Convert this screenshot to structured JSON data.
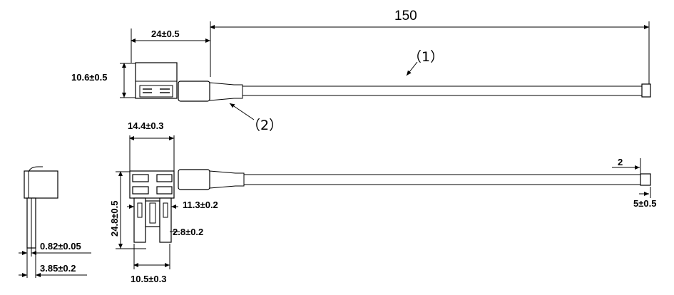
{
  "dimensions": {
    "overall_length": "150",
    "holder_length": "24±0.5",
    "holder_height": "10.6±0.5",
    "holder_width_top": "14.4±0.3",
    "holder_height_side": "24.8±0.5",
    "blade_spacing": "11.3±0.2",
    "blade_width": "2.8±0.2",
    "blade_span_bottom": "10.5±0.3",
    "blade_thickness": "0.82±0.05",
    "side_width": "3.85±0.2",
    "terminal_length": "2",
    "terminal_size": "5±0.5"
  },
  "callouts": {
    "wire": "（1）",
    "sleeve": "（2）"
  }
}
